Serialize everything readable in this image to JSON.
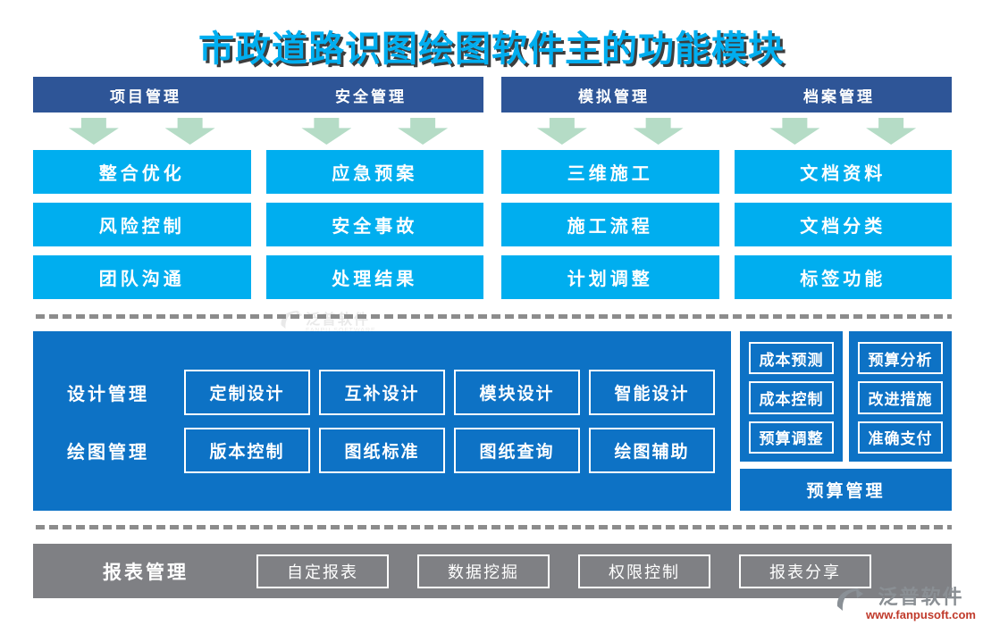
{
  "title": "市政道路识图绘图软件主的功能模块",
  "colors": {
    "header_navy": "#2E5597",
    "cyan_box": "#00AEEF",
    "panel_blue": "#0D72C5",
    "bar_gray": "#7F8084",
    "arrow_green": "#B5DCC6",
    "divider_gray": "#8C8C8C",
    "title_cyan": "#00AEEF",
    "url_red": "#C03A2B"
  },
  "top": {
    "headers": [
      "项目管理",
      "安全管理",
      "模拟管理",
      "档案管理"
    ],
    "columns": [
      {
        "items": [
          "整合优化",
          "风险控制",
          "团队沟通"
        ]
      },
      {
        "items": [
          "应急预案",
          "安全事故",
          "处理结果"
        ]
      },
      {
        "items": [
          "三维施工",
          "施工流程",
          "计划调整"
        ]
      },
      {
        "items": [
          "文档资料",
          "文档分类",
          "标签功能"
        ]
      }
    ]
  },
  "middle": {
    "rows": [
      {
        "label": "设计管理",
        "buttons": [
          "定制设计",
          "互补设计",
          "模块设计",
          "智能设计"
        ]
      },
      {
        "label": "绘图管理",
        "buttons": [
          "版本控制",
          "图纸标准",
          "图纸查询",
          "绘图辅助"
        ]
      }
    ],
    "budget_columns": [
      [
        "成本预测",
        "成本控制",
        "预算调整"
      ],
      [
        "预算分析",
        "改进措施",
        "准确支付"
      ]
    ],
    "budget_bar": "预算管理"
  },
  "bottom": {
    "label": "报表管理",
    "buttons": [
      "自定报表",
      "数据挖掘",
      "权限控制",
      "报表分享"
    ]
  },
  "branding": {
    "name": "泛普软件",
    "url": "www.fanpusoft.com"
  },
  "watermark": {
    "name": "泛普软件",
    "sub": "FANPU SOFTWARE"
  }
}
